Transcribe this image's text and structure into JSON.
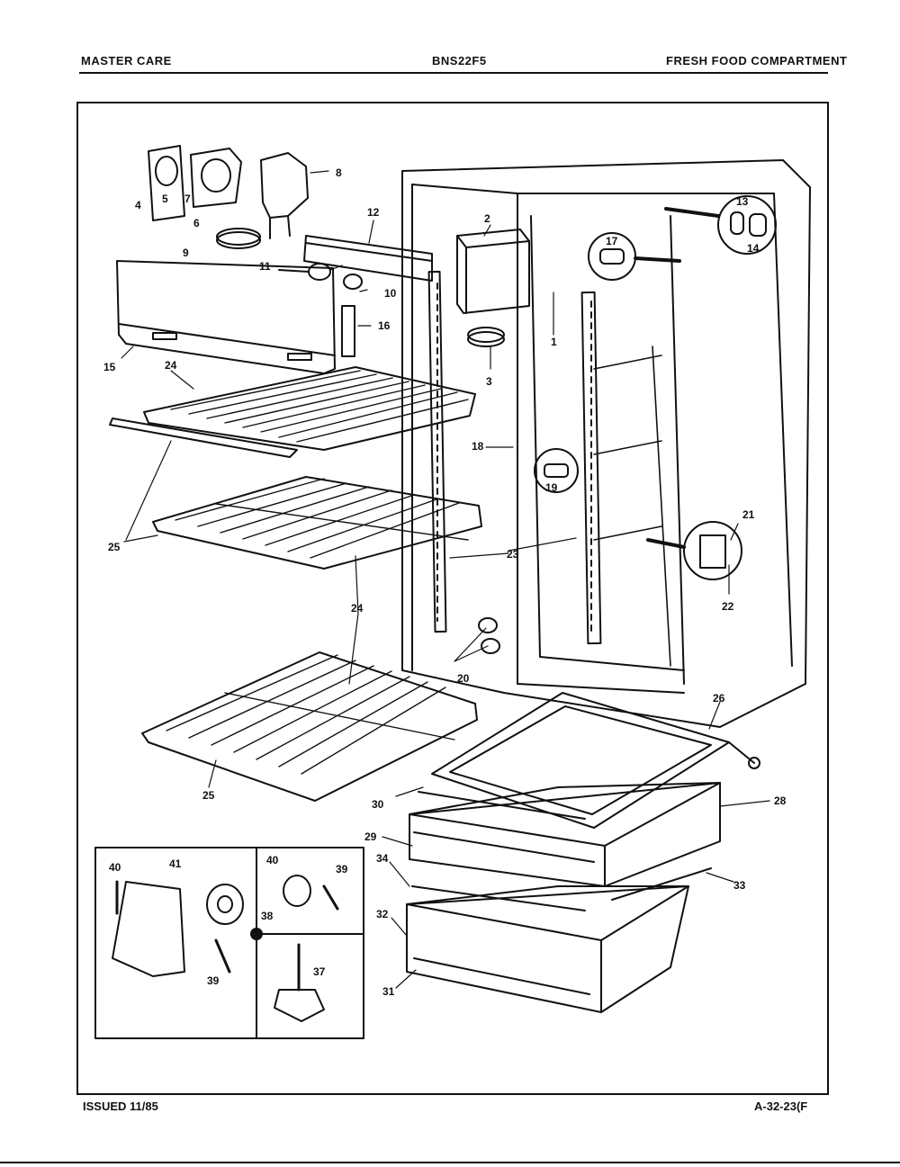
{
  "header": {
    "left": "MASTER CARE",
    "center": "BNS22F5",
    "right": "FRESH FOOD COMPARTMENT"
  },
  "footer": {
    "issued": "ISSUED 11/85",
    "code": "A-32-23(F"
  },
  "callouts": [
    "1",
    "2",
    "3",
    "4",
    "5",
    "6",
    "7",
    "8",
    "9",
    "10",
    "11",
    "12",
    "13",
    "14",
    "15",
    "16",
    "17",
    "18",
    "19",
    "20",
    "21",
    "22",
    "23",
    "24",
    "25",
    "26",
    "28",
    "29",
    "30",
    "31",
    "32",
    "33",
    "34",
    "37",
    "38",
    "39",
    "40",
    "41"
  ]
}
